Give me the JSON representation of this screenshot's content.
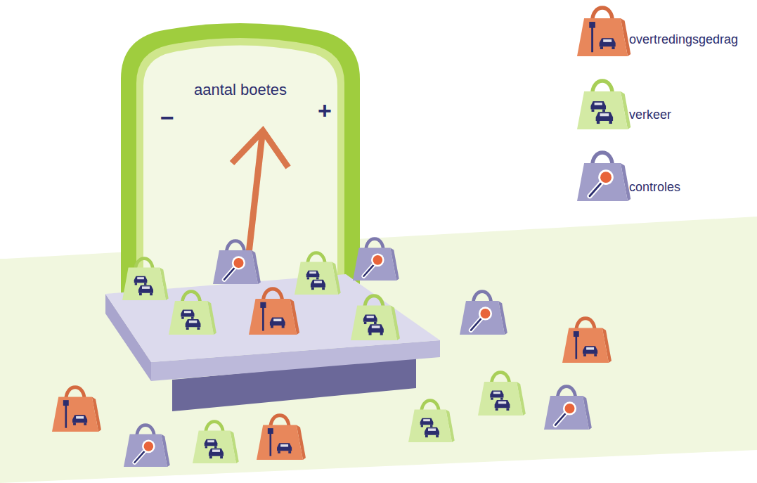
{
  "diagram": {
    "nodes": [
      {
        "text": [
          "aantal boetes"
        ]
      }
    ],
    "labels": [
      "−",
      "+"
    ],
    "legend": [
      {
        "text": "overtredingsgedrag"
      },
      {
        "text": "verkeer"
      },
      {
        "text": "controles"
      }
    ]
  }
}
